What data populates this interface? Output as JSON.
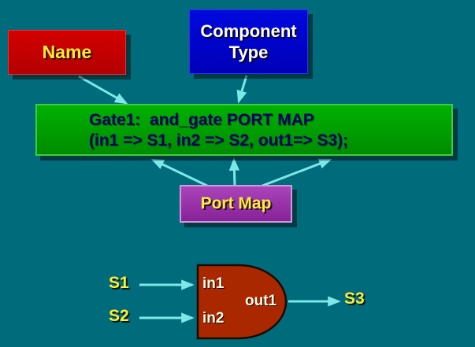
{
  "palette": {
    "background": "#006b7b",
    "name_box": "#cc0000",
    "component_type_box": "#0000cc",
    "code_box": "#00a000",
    "port_map_box": "#9933aa",
    "gate_fill": "#aa2800",
    "arrow": "#7de8e8",
    "label_yellow": "#ffee33",
    "label_white": "#ffffff",
    "code_text": "#000066"
  },
  "boxes": {
    "name": {
      "label": "Name"
    },
    "component_type": {
      "label": "Component Type"
    },
    "code": {
      "line1": "Gate1:  and_gate PORT MAP",
      "line2": "(in1 => S1, in2 => S2, out1=> S3);"
    },
    "port_map": {
      "label": "Port Map"
    }
  },
  "gate": {
    "input1": "in1",
    "input2": "in2",
    "output": "out1"
  },
  "signals": {
    "s1": "S1",
    "s2": "S2",
    "s3": "S3"
  }
}
